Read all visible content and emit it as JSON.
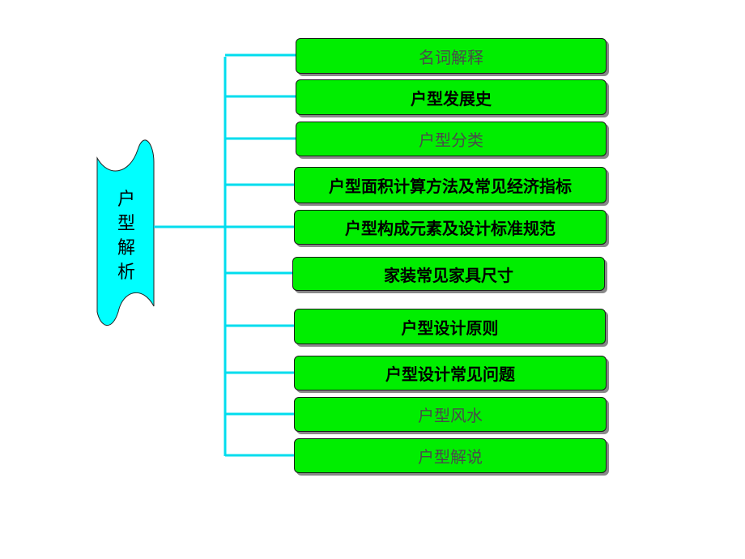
{
  "diagram": {
    "root": {
      "label": "户型解析",
      "color": "#00ffff"
    },
    "connector_color": "#00ddee",
    "node_color": "#00ee00",
    "children": [
      {
        "label": "名词解释",
        "emphasis": "normal"
      },
      {
        "label": "户型发展史",
        "emphasis": "bold"
      },
      {
        "label": "户型分类",
        "emphasis": "normal"
      },
      {
        "label": "户型面积计算方法及常见经济指标",
        "emphasis": "bold"
      },
      {
        "label": "户型构成元素及设计标准规范",
        "emphasis": "bold"
      },
      {
        "label": "家装常见家具尺寸",
        "emphasis": "bold"
      },
      {
        "label": "户型设计原则",
        "emphasis": "bold"
      },
      {
        "label": "户型设计常见问题",
        "emphasis": "bold"
      },
      {
        "label": "户型风水",
        "emphasis": "normal"
      },
      {
        "label": "户型解说",
        "emphasis": "normal"
      }
    ]
  }
}
